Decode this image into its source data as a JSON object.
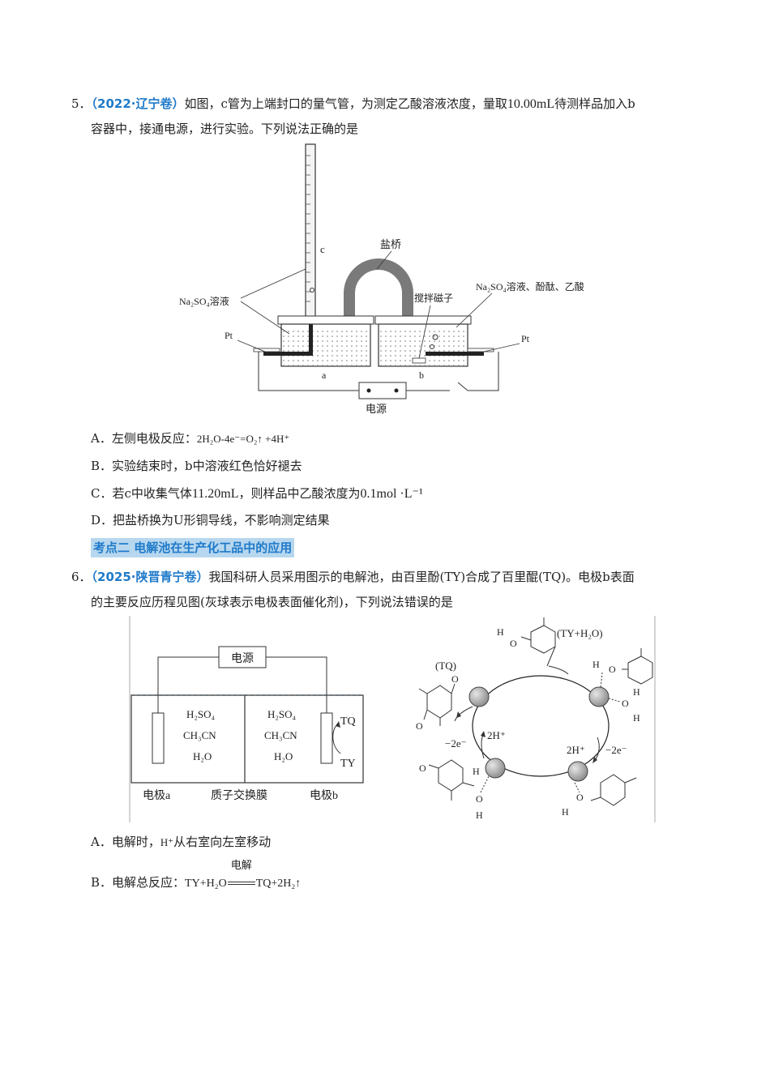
{
  "q5": {
    "number": "5．",
    "source": "（2022·辽宁卷）",
    "text_line1_a": "如图，c管为上端封口的量气管，为测定乙酸溶液浓度，量取",
    "volume": "10.00mL",
    "text_line1_b": "待测样品加入b",
    "text_line2": "容器中，接通电源，进行实验。下列说法正确的是",
    "figure": {
      "label_c": "c",
      "label_salt_bridge": "盐桥",
      "label_left_solution": "Na₂SO₄溶液",
      "label_right_solution": "Na₂SO₄溶液、酚酞、乙酸",
      "label_stir": "搅拌磁子",
      "label_pt_left": "Pt",
      "label_pt_right": "Pt",
      "label_a": "a",
      "label_b": "b",
      "label_power": "电源"
    },
    "options": {
      "A_prefix": "A．左侧电极反应：",
      "A_formula": "2H₂O-4e⁻=O₂↑ +4H⁺",
      "B": "B．实验结束时，b中溶液红色恰好褪去",
      "C_prefix": "C．若c中收集气体",
      "C_volume": "11.20mL",
      "C_mid": "，则样品中乙酸浓度为",
      "C_conc": "0.1mol ·L⁻¹",
      "D": "D．把盐桥换为U形铜导线，不影响测定结果"
    }
  },
  "section_heading": "考点二 电解池在生产化工品中的应用",
  "q6": {
    "number": "6．",
    "source": "（2025·陕晋青宁卷）",
    "text_line1": "我国科研人员采用图示的电解池，由百里酚(TY)合成了百里醌(TQ)。电极b表面",
    "text_line2": "的主要反应历程见图(灰球表示电极表面催化剂)，下列说法错误的是",
    "figure_left": {
      "power": "电源",
      "left_cell": [
        "H₂SO₄",
        "CH₃CN",
        "H₂O"
      ],
      "right_cell": [
        "H₂SO₄",
        "CH₃CN",
        "H₂O"
      ],
      "electrode_a": "电极a",
      "membrane": "质子交换膜",
      "electrode_b": "电极b",
      "tq": "TQ",
      "ty": "TY"
    },
    "figure_right": {
      "tq_label": "(TQ)",
      "ty_h2o_label": "(TY+H₂O)",
      "minus_2e_left": "−2e⁻",
      "two_h_left": "2H⁺",
      "two_h_right": "2H⁺",
      "minus_2e_right": "−2e⁻"
    },
    "options": {
      "A_prefix": "A．电解时，",
      "A_ion": "H⁺",
      "A_suffix": "从右室向左室移动",
      "B_prefix": "B．电解总反应：",
      "B_condition": "电解",
      "B_left": "TY+H₂O",
      "B_right": "TQ+2H₂↑"
    }
  }
}
